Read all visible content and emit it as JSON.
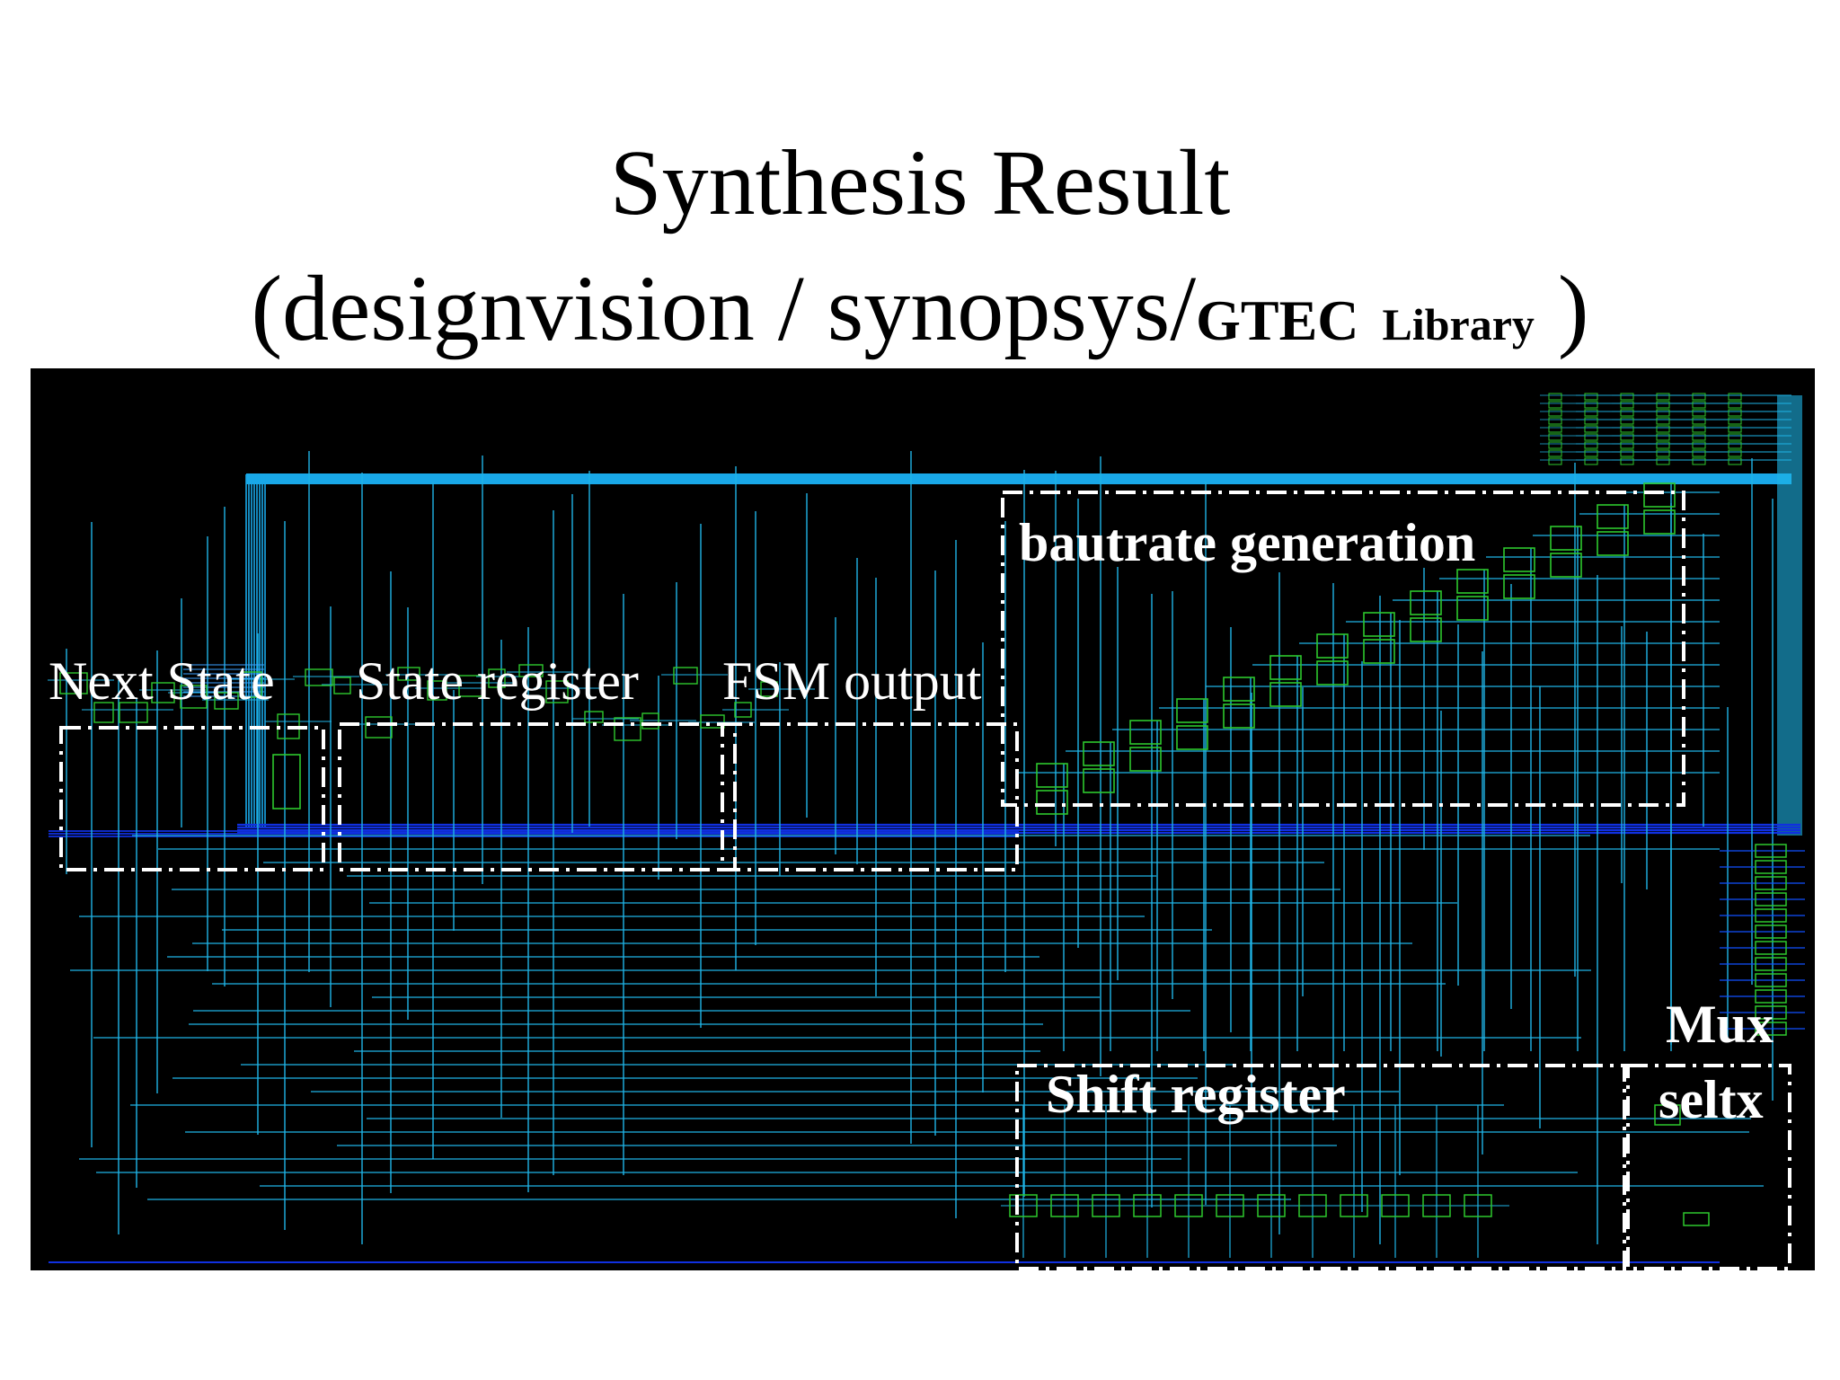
{
  "slide": {
    "title": "Synthesis Result",
    "subtitle_open": "(designvision / synopsys/",
    "subtitle_lib_bold": "GTEC",
    "subtitle_lib_small": "Library",
    "subtitle_close": " )"
  },
  "schematic": {
    "background": "#000000",
    "colors": {
      "wire": "#1fb4e6",
      "bus_dark": "#1030e0",
      "gate": "#2ec82e",
      "box": "#ffffff"
    },
    "blocks": [
      {
        "id": "next-state",
        "label": "Next State",
        "style": "normal"
      },
      {
        "id": "state-register",
        "label": "State register",
        "style": "normal"
      },
      {
        "id": "fsm-output",
        "label": "FSM output",
        "style": "normal"
      },
      {
        "id": "bautrate-generation",
        "label": "bautrate generation",
        "style": "bold"
      },
      {
        "id": "shift-register",
        "label": "Shift register",
        "style": "bold"
      },
      {
        "id": "mux",
        "label": "Mux",
        "style": "bold"
      },
      {
        "id": "seltx",
        "label": "seltx",
        "style": "bold"
      }
    ]
  }
}
